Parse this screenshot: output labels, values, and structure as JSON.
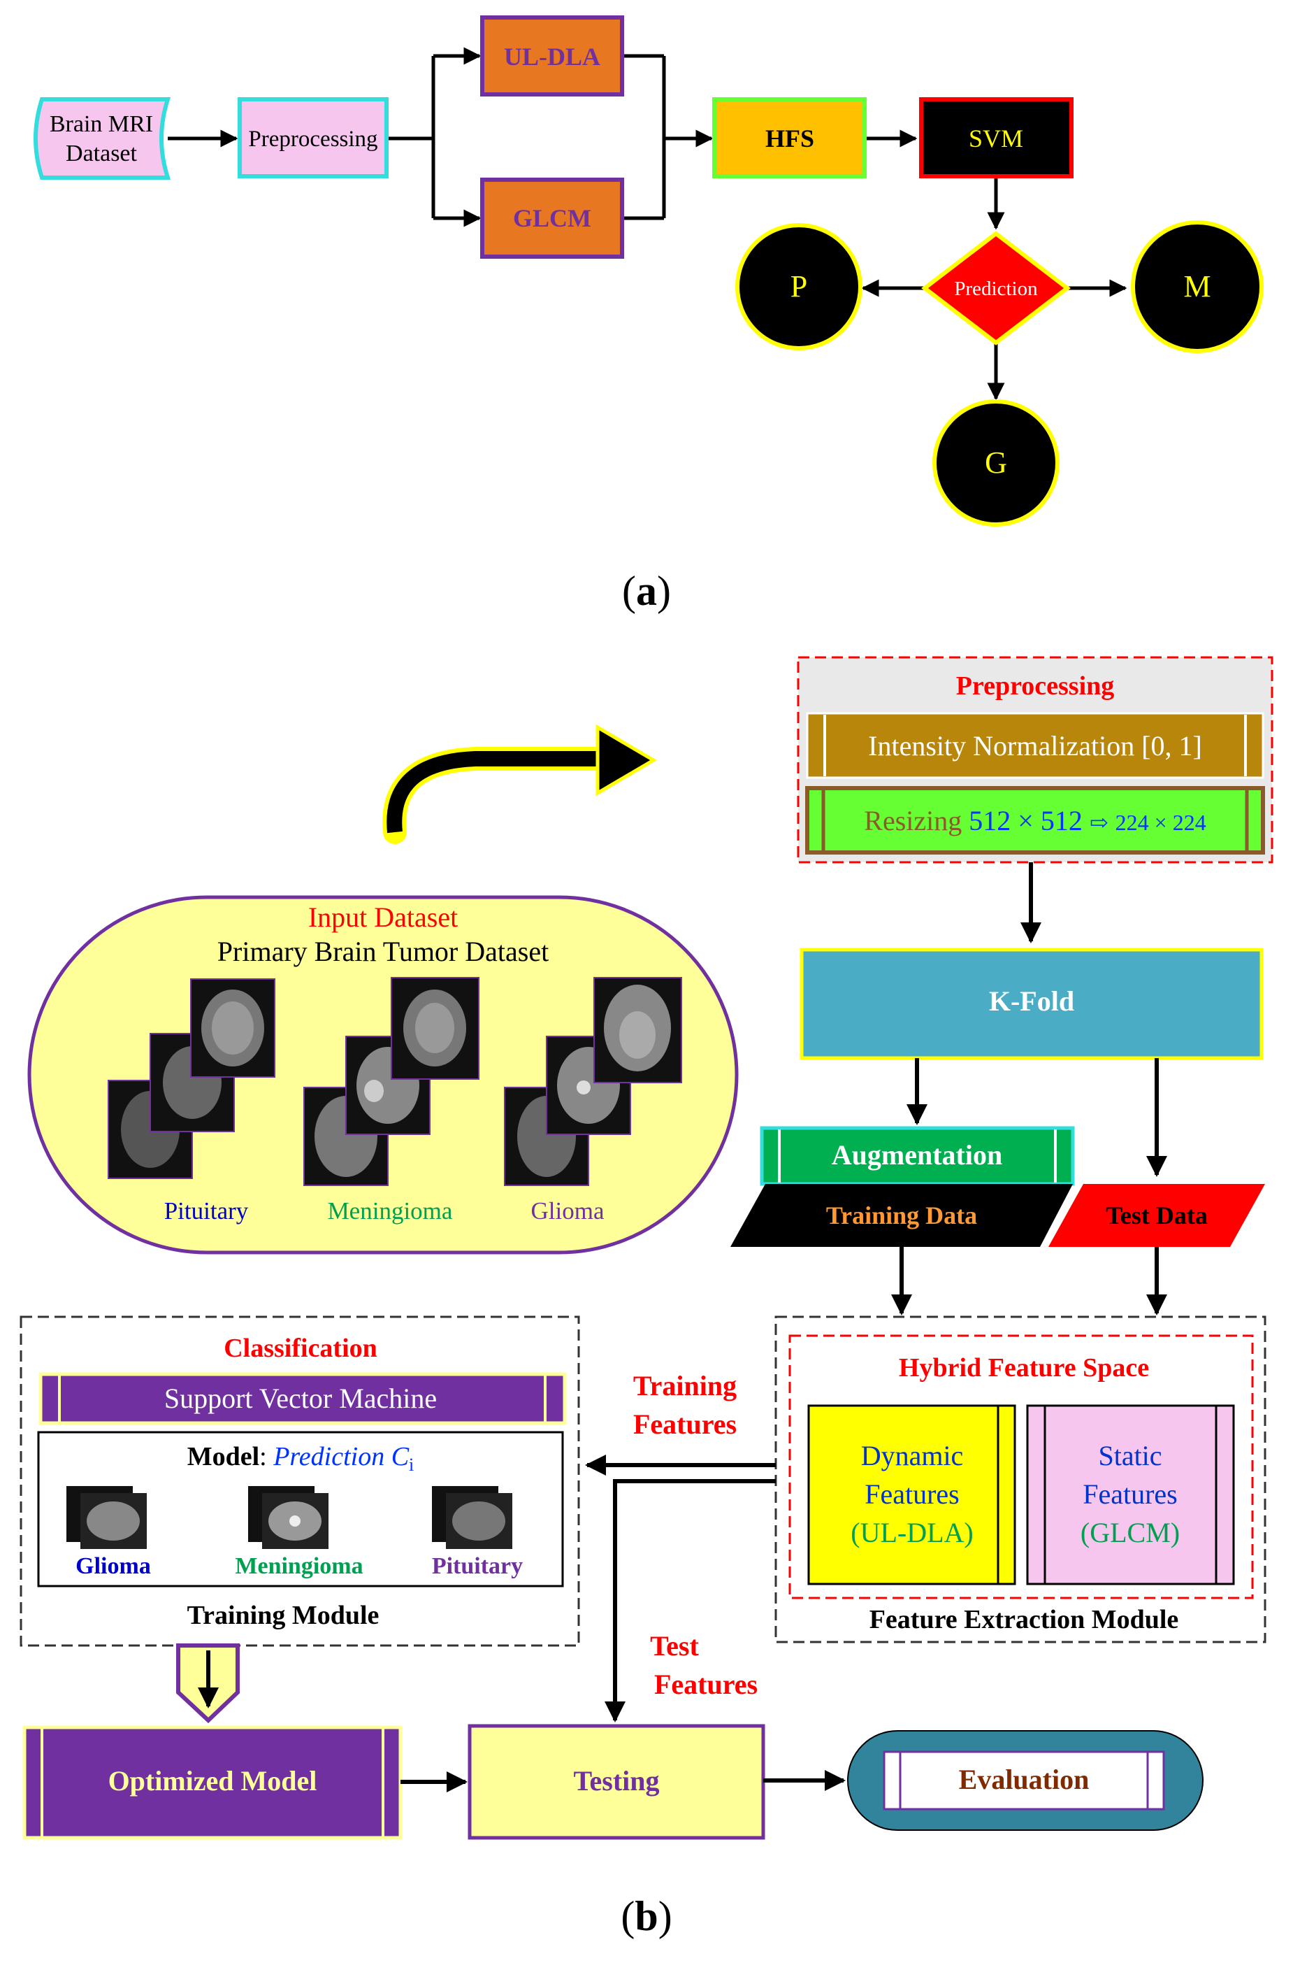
{
  "panel_a": {
    "caption_open": "(",
    "caption_letter": "a",
    "caption_close": ")",
    "dataset_line1": "Brain MRI",
    "dataset_line2": "Dataset",
    "preprocessing": "Preprocessing",
    "ul_dla": "UL-DLA",
    "glcm": "GLCM",
    "hfs": "HFS",
    "svm": "SVM",
    "prediction": "Prediction",
    "out_p": "P",
    "out_m": "M",
    "out_g": "G"
  },
  "panel_b": {
    "caption_open": "(",
    "caption_letter": "b",
    "caption_close": ")",
    "preprocessing": {
      "title": "Preprocessing",
      "normalization": "Intensity Normalization [0, 1]",
      "resizing_word": "Resizing",
      "resizing_from": "512 × 512",
      "resizing_arrow": "⇨",
      "resizing_to": "224 × 224"
    },
    "input_dataset": {
      "title": "Input Dataset",
      "subtitle": "Primary Brain Tumor Dataset",
      "classes": [
        "Pituitary",
        "Meningioma",
        "Glioma"
      ]
    },
    "kfold": "K-Fold",
    "augmentation": "Augmentation",
    "training_data": "Training Data",
    "test_data": "Test Data",
    "classification": {
      "title": "Classification",
      "svm": "Support Vector Machine",
      "model_label": "Model",
      "model_colon": ":",
      "prediction_text": "Prediction C",
      "prediction_sub": "i",
      "classes": [
        "Glioma",
        "Meningioma",
        "Pituitary"
      ],
      "module": "Training Module"
    },
    "training_features_line1": "Training",
    "training_features_line2": "Features",
    "test_features_line1": "Test",
    "test_features_line2": "Features",
    "feature_extraction": {
      "title": "Hybrid Feature Space",
      "dynamic_line1": "Dynamic",
      "dynamic_line2": "Features",
      "dynamic_line3": "(UL-DLA)",
      "static_line1": "Static",
      "static_line2": "Features",
      "static_line3": "(GLCM)",
      "module": "Feature Extraction Module"
    },
    "optimized_model": "Optimized Model",
    "testing": "Testing",
    "evaluation": "Evaluation"
  },
  "colors": {
    "orange_box": "#e87722",
    "purple_border": "#7030a0",
    "cyan_border": "#33dddd",
    "pink_fill": "#f7c6ef",
    "hfs_fill": "#ffc000",
    "red": "#ff0000",
    "yellow": "#ffff00",
    "light_yellow": "#ffff99",
    "kfold_blue": "#4bacc6",
    "aug_green": "#00b050",
    "resize_green": "#66ff33",
    "gold": "#b8860b",
    "deep_purple": "#7030a0",
    "teal": "#31849b"
  }
}
